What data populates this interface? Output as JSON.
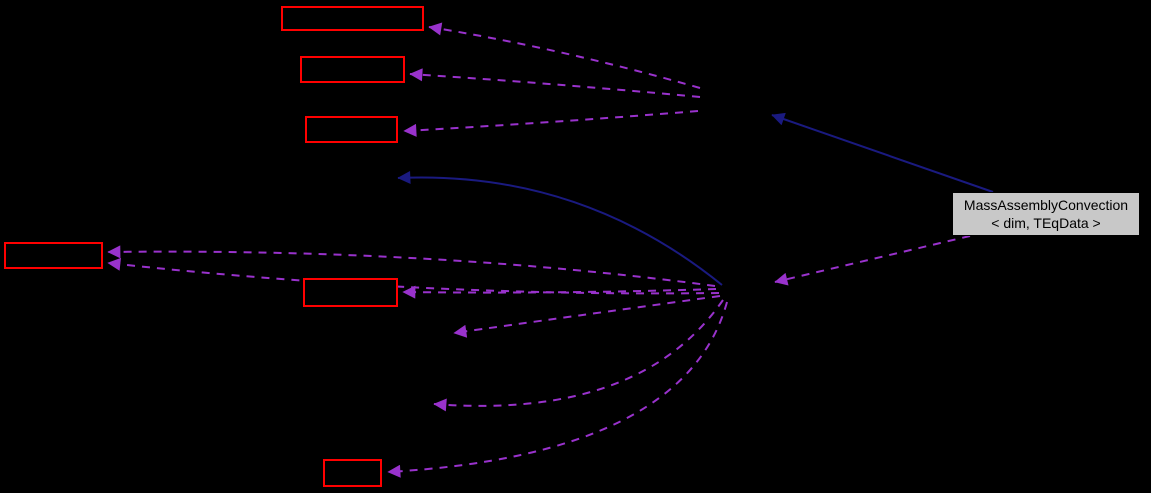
{
  "diagram": {
    "type": "collaboration-graph",
    "main_node": {
      "label_line1": "MassAssemblyConvection",
      "label_line2": "< dim, TEqData >"
    },
    "colors": {
      "background": "#000000",
      "red_node_border": "#ff0000",
      "red_node_fill": "#000000",
      "template_edge": "#9932cc",
      "inheritance_edge": "#1a1a80",
      "main_node_fill": "#c8c8c8",
      "main_node_border": "#000000",
      "main_node_text": "#000000"
    },
    "nodes": {
      "red_unlabeled_count": 6,
      "main_label": "MassAssemblyConvection < dim, TEqData >"
    },
    "edges": {
      "purple_dashed_count": 10,
      "blue_solid_count": 2
    }
  }
}
